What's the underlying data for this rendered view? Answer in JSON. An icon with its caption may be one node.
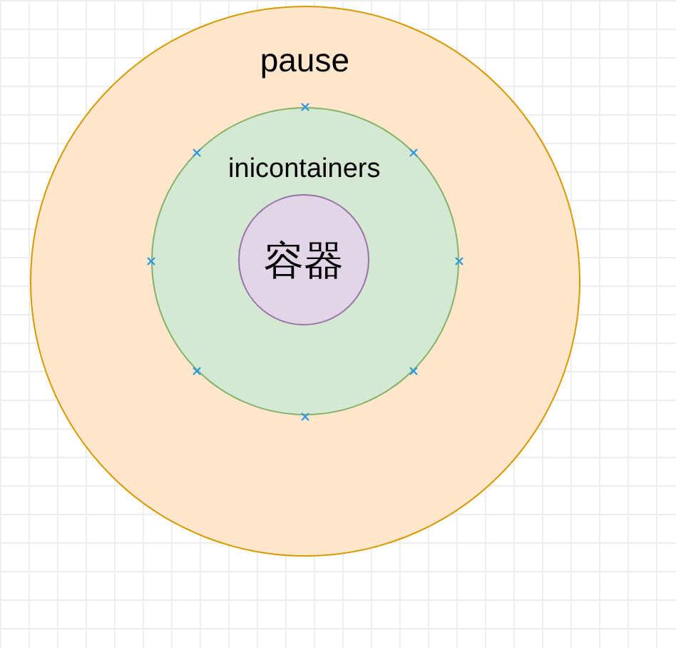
{
  "diagram": {
    "nodes": [
      {
        "text": [
          "pause"
        ]
      },
      {
        "text": [
          "inicontainers"
        ],
        "in": 0
      },
      {
        "text": [
          "容器"
        ],
        "in": 1
      }
    ]
  }
}
